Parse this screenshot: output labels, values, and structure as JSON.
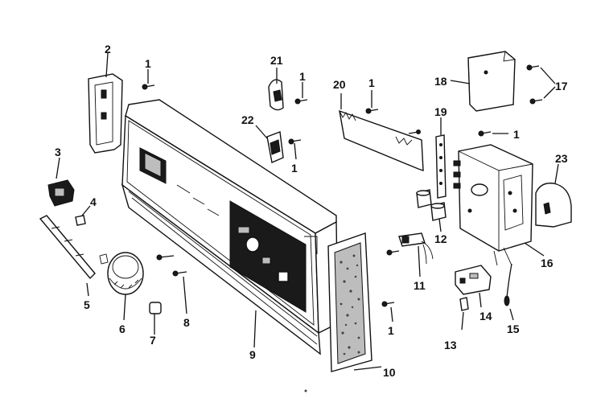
{
  "diagram": {
    "callouts": {
      "c1a": "1",
      "c1b": "1",
      "c1c": "1",
      "c1d": "1",
      "c1e": "1",
      "c1f": "1",
      "c2": "2",
      "c3": "3",
      "c4": "4",
      "c5": "5",
      "c6": "6",
      "c7": "7",
      "c8": "8",
      "c9": "9",
      "c10": "10",
      "c11": "11",
      "c12": "12",
      "c13": "13",
      "c14": "14",
      "c15": "15",
      "c16": "16",
      "c17": "17",
      "c18": "18",
      "c19": "19",
      "c20": "20",
      "c21": "21",
      "c22": "22",
      "c23": "23"
    }
  }
}
